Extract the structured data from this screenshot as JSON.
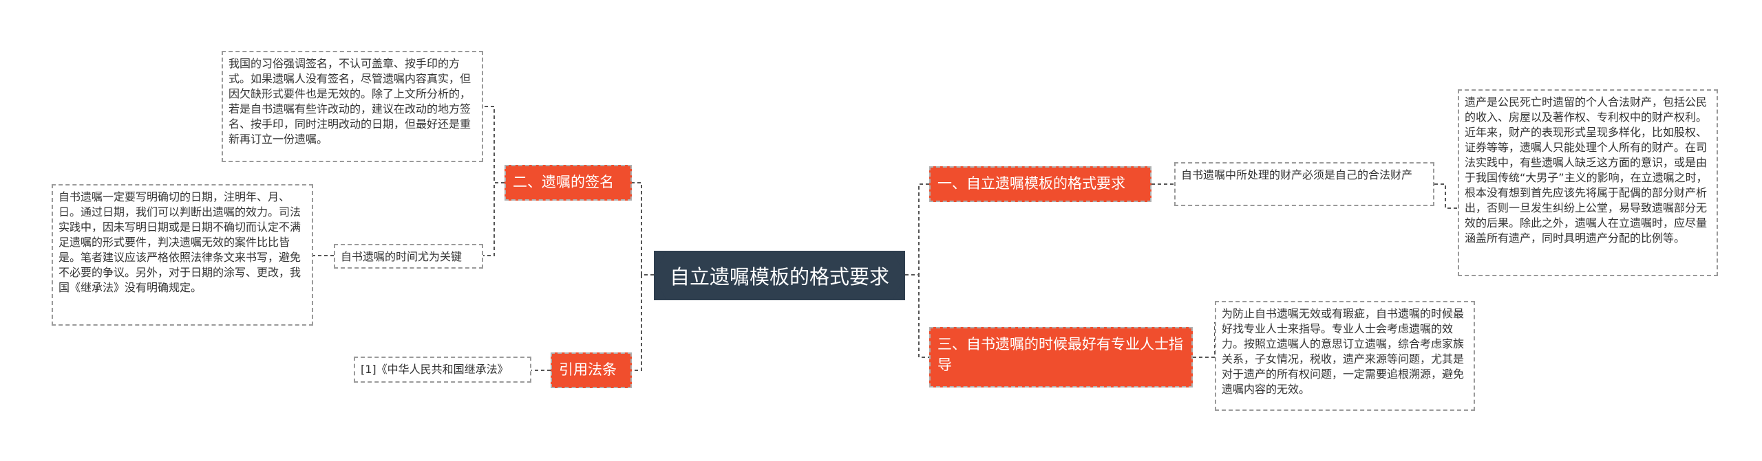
{
  "central": "自立遗嘱模板的格式要求",
  "branches": {
    "b1": "一、自立遗嘱模板的格式要求",
    "b2": "二、遗嘱的签名",
    "b3": "三、自书遗嘱的时候最好有专业人士指导",
    "b4": "引用法条"
  },
  "leaves": {
    "b1_mid": "自书遗嘱中所处理的财产必须是自己的合法财产",
    "b1_right": "遗产是公民死亡时遗留的个人合法财产，包括公民的收入、房屋以及著作权、专利权中的财产权利。近年来，财产的表现形式呈现多样化，比如股权、证券等等，遗嘱人只能处理个人所有的财产。在司法实践中，有些遗嘱人缺乏这方面的意识，或是由于我国传统“大男子”主义的影响，在立遗嘱之时，根本没有想到首先应该先将属于配偶的部分财产析出，否则一旦发生纠纷上公堂，易导致遗嘱部分无效的后果。除此之外，遗嘱人在立遗嘱时，应尽量涵盖所有遗产，同时具明遗产分配的比例等。",
    "b2_top": "我国的习俗强调签名，不认可盖章、按手印的方式。如果遗嘱人没有签名，尽管遗嘱内容真实，但因欠缺形式要件也是无效的。除了上文所分析的，若是自书遗嘱有些许改动的，建议在改动的地方签名、按手印，同时注明改动的日期，但最好还是重新再订立一份遗嘱。",
    "b2_mid": "自书遗嘱的时间尤为关键",
    "b2_left": "自书遗嘱一定要写明确切的日期，注明年、月、日。通过日期，我们可以判断出遗嘱的效力。司法实践中，因未写明日期或是日期不确切而认定不满足遗嘱的形式要件，判决遗嘱无效的案件比比皆是。笔者建议应该严格依照法律条文来书写，避免不必要的争议。另外，对于日期的涂写、更改，我国《继承法》没有明确规定。",
    "b3_right": "为防止自书遗嘱无效或有瑕疵，自书遗嘱的时候最好找专业人士来指导。专业人士会考虑遗嘱的效力。按照立遗嘱人的意思订立遗嘱，综合考虑家族关系，子女情况，税收，遗产来源等问题，尤其是对于遗产的所有权问题，一定需要追根溯源，避免遗嘱内容的无效。",
    "b4_left": "[1]《中华人民共和国继承法》"
  },
  "colors": {
    "central_fill": "#2f3f4f",
    "branch_fill": "#f04e2d",
    "connector": "#555555",
    "leaf_border": "#9a9a9a"
  }
}
